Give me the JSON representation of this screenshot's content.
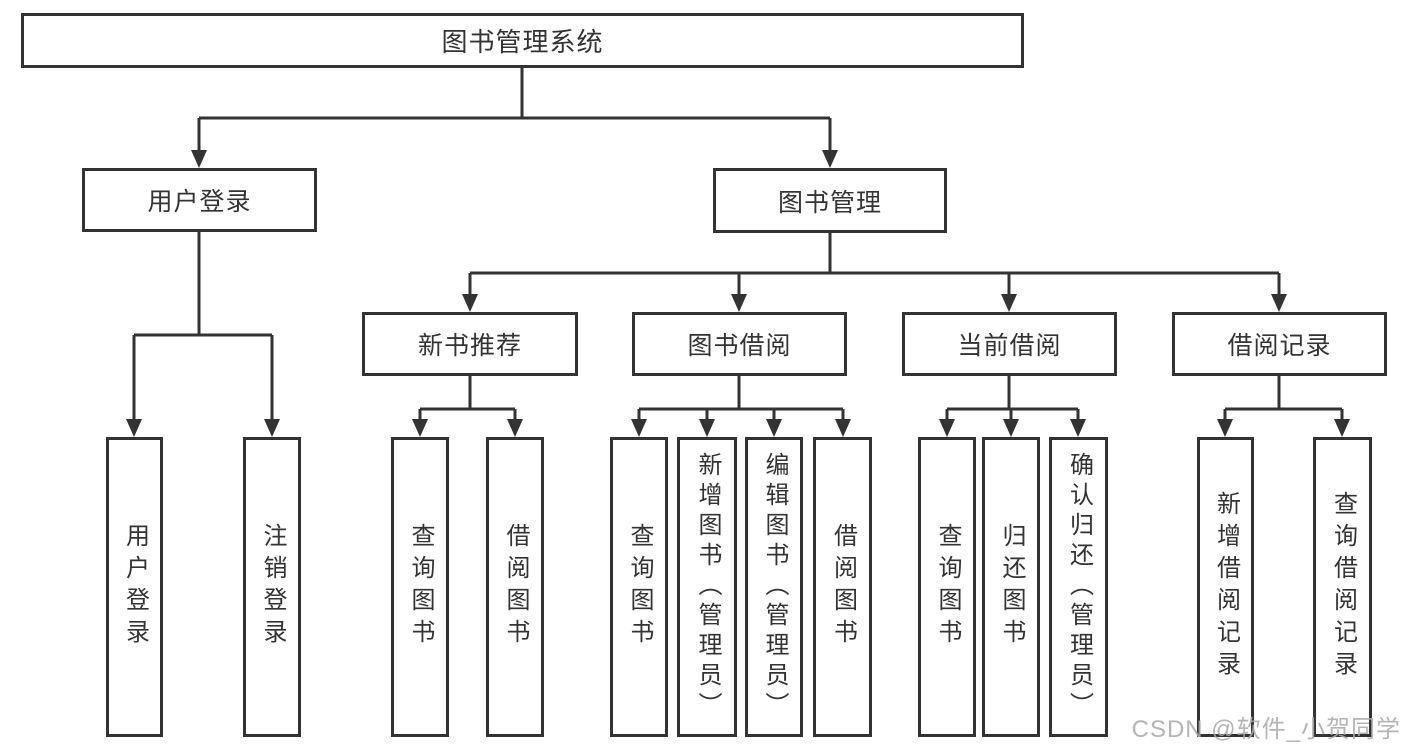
{
  "diagram": {
    "type": "hierarchy-tree",
    "title": "图书管理系统",
    "watermark": "CSDN @软件_小贺同学",
    "colors": {
      "line": "#333333",
      "text": "#333333",
      "background": "#ffffff",
      "watermark": "#acaaaa"
    },
    "hierarchy": [
      {
        "parent": "图书管理系统",
        "children": [
          "用户登录",
          "图书管理"
        ]
      },
      {
        "parent": "用户登录",
        "children": [
          "用户登录",
          "注销登录"
        ]
      },
      {
        "parent": "图书管理",
        "children": [
          "新书推荐",
          "图书借阅",
          "当前借阅",
          "借阅记录"
        ]
      },
      {
        "parent": "新书推荐",
        "children": [
          "查询图书",
          "借阅图书"
        ]
      },
      {
        "parent": "图书借阅",
        "children": [
          "查询图书",
          "新增图书（管理员）",
          "编辑图书（管理员）",
          "借阅图书"
        ]
      },
      {
        "parent": "当前借阅",
        "children": [
          "查询图书",
          "归还图书",
          "确认归还（管理员）"
        ]
      },
      {
        "parent": "借阅记录",
        "children": [
          "新增借阅记录",
          "查询借阅记录"
        ]
      }
    ]
  },
  "nodes": {
    "root": "图书管理系统",
    "user_login": "用户登录",
    "book_management": "图书管理",
    "new_book_recommend": "新书推荐",
    "book_borrow": "图书借阅",
    "current_borrow": "当前借阅",
    "borrow_records": "借阅记录",
    "leaf_user_login": "用户登录",
    "leaf_logout": "注销登录",
    "leaf_rec_query": "查询图书",
    "leaf_rec_borrow": "借阅图书",
    "leaf_bb_query": "查询图书",
    "leaf_bb_add": "新增图书（管理员）",
    "leaf_bb_edit": "编辑图书（管理员）",
    "leaf_bb_borrow": "借阅图书",
    "leaf_cb_query": "查询图书",
    "leaf_cb_return": "归还图书",
    "leaf_cb_confirm": "确认归还（管理员）",
    "leaf_br_add": "新增借阅记录",
    "leaf_br_query": "查询借阅记录"
  },
  "watermark": {
    "text": "CSDN @软件_小贺同学"
  }
}
